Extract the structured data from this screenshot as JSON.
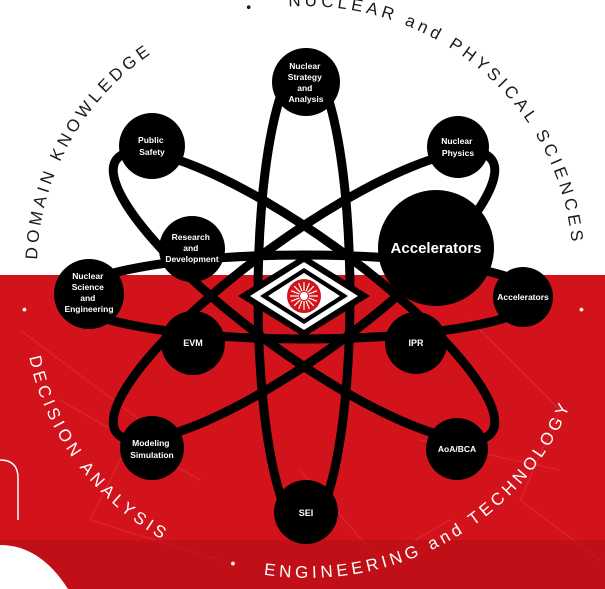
{
  "ring_text": {
    "domain_knowledge": "DOMAIN KNOWLEDGE",
    "nuclear_physical": "NUCLEAR and PHYSICAL SCIENCES",
    "decision_analysis": "DECISION ANALYSIS",
    "engineering_technology": "ENGINEERING and TECHNOLOGY",
    "separator": "•"
  },
  "nodes": {
    "nuclear_strategy": [
      "Nuclear",
      "Strategy",
      "and",
      "Analysis"
    ],
    "public_safety": [
      "Public",
      "Safety"
    ],
    "nuclear_physics": [
      "Nuclear",
      "Physics"
    ],
    "research_development": [
      "Research",
      "and",
      "Development"
    ],
    "accelerators_large": [
      "Accelerators"
    ],
    "nuclear_science": [
      "Nuclear",
      "Science",
      "and",
      "Engineering"
    ],
    "accelerators_small": [
      "Accelerators"
    ],
    "evm": [
      "EVM"
    ],
    "ipr": [
      "IPR"
    ],
    "modeling_simulation": [
      "Modeling",
      "Simulation"
    ],
    "aoa_bca": [
      "AoA/BCA"
    ],
    "sei": [
      "SEI"
    ]
  },
  "colors": {
    "red": "#d3131c",
    "dark_red": "#b50d14",
    "black": "#000000",
    "white": "#ffffff"
  }
}
